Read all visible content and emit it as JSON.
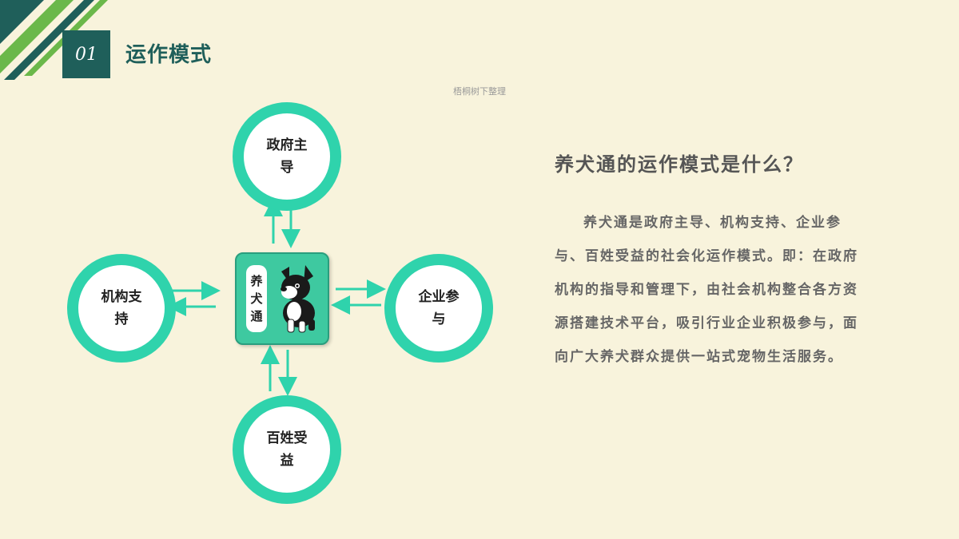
{
  "header": {
    "section_number": "01",
    "section_title": "运作模式",
    "watermark": "梧桐树下整理"
  },
  "diagram": {
    "center_logo_text": "养犬通",
    "nodes": {
      "top": "政府主导",
      "left": "机构支持",
      "right": "企业参与",
      "bottom": "百姓受益"
    }
  },
  "content": {
    "question": "养犬通的运作模式是什么？",
    "answer": "养犬通是政府主导、机构支持、企业参与、百姓受益的社会化运作模式。即：在政府机构的指导和管理下，由社会机构整合各方资源搭建技术平台，吸引行业企业积极参与，面向广大养犬群众提供一站式宠物生活服务。"
  },
  "colors": {
    "background": "#f8f3dc",
    "accent_teal": "#2fd3ac",
    "dark_teal": "#1f5f5a",
    "green_stripe": "#6bb84a"
  }
}
